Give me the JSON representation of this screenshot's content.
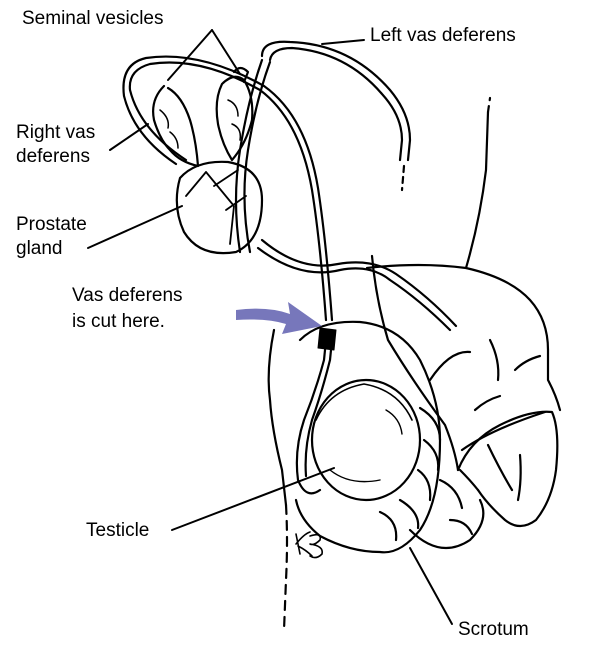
{
  "labels": {
    "seminal_vesicles": "Seminal vesicles",
    "left_vas": "Left vas deferens",
    "right_vas_line1": "Right vas",
    "right_vas_line2": "deferens",
    "prostate_line1": "Prostate",
    "prostate_line2": "gland",
    "cut_line1": "Vas deferens",
    "cut_line2": "is cut here.",
    "testicle": "Testicle",
    "scrotum": "Scrotum"
  },
  "signature": "KB",
  "colors": {
    "line": "#000000",
    "arrow": "#7777bb",
    "paper": "#ffffff"
  }
}
